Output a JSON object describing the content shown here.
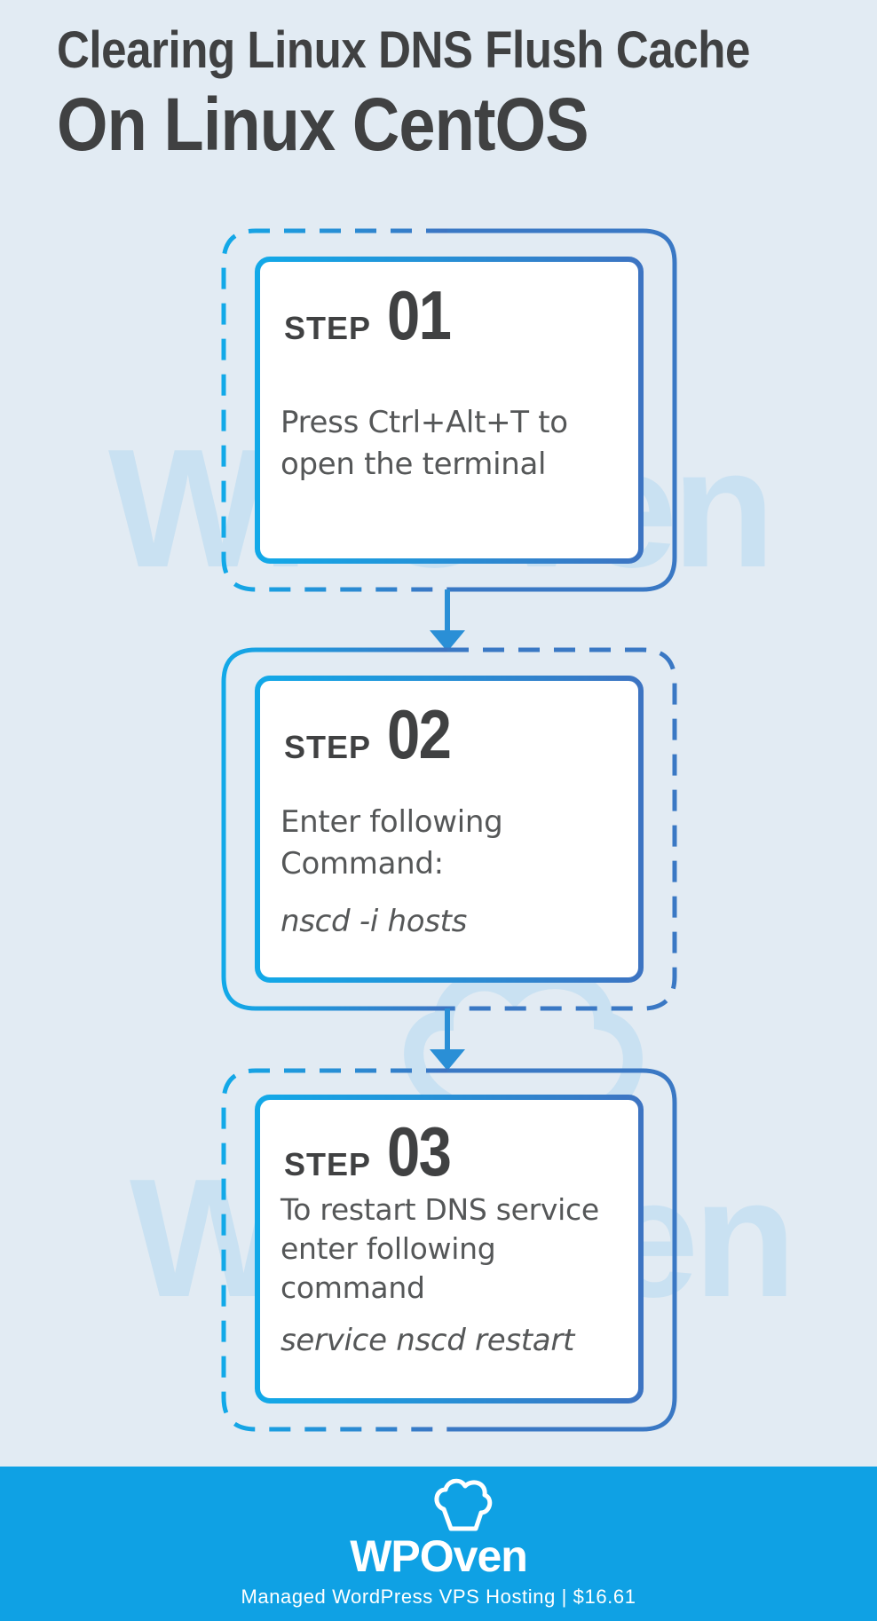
{
  "title": {
    "line1": "Clearing Linux DNS Flush Cache",
    "line2": "On Linux CentOS"
  },
  "watermark": "WPOven",
  "steps": [
    {
      "label": "STEP",
      "number": "01",
      "description": [
        "Press Ctrl+Alt+T to",
        "open the terminal"
      ]
    },
    {
      "label": "STEP",
      "number": "02",
      "description": [
        "Enter following",
        "Command:"
      ],
      "command": "nscd -i hosts"
    },
    {
      "label": "STEP",
      "number": "03",
      "description": [
        "To restart DNS service",
        "enter following",
        "command"
      ],
      "command": "service nscd restart"
    }
  ],
  "footer": {
    "brand": "WPOven",
    "tagline": "Managed WordPress VPS Hosting | $16.61"
  },
  "colors": {
    "background": "#e2ebf3",
    "accent_light": "#17a8e6",
    "accent_dark": "#3a78c4",
    "footer": "#0fa1e4",
    "text": "#404142"
  },
  "icons": [
    "chef-hat-icon",
    "arrow-down-icon"
  ]
}
